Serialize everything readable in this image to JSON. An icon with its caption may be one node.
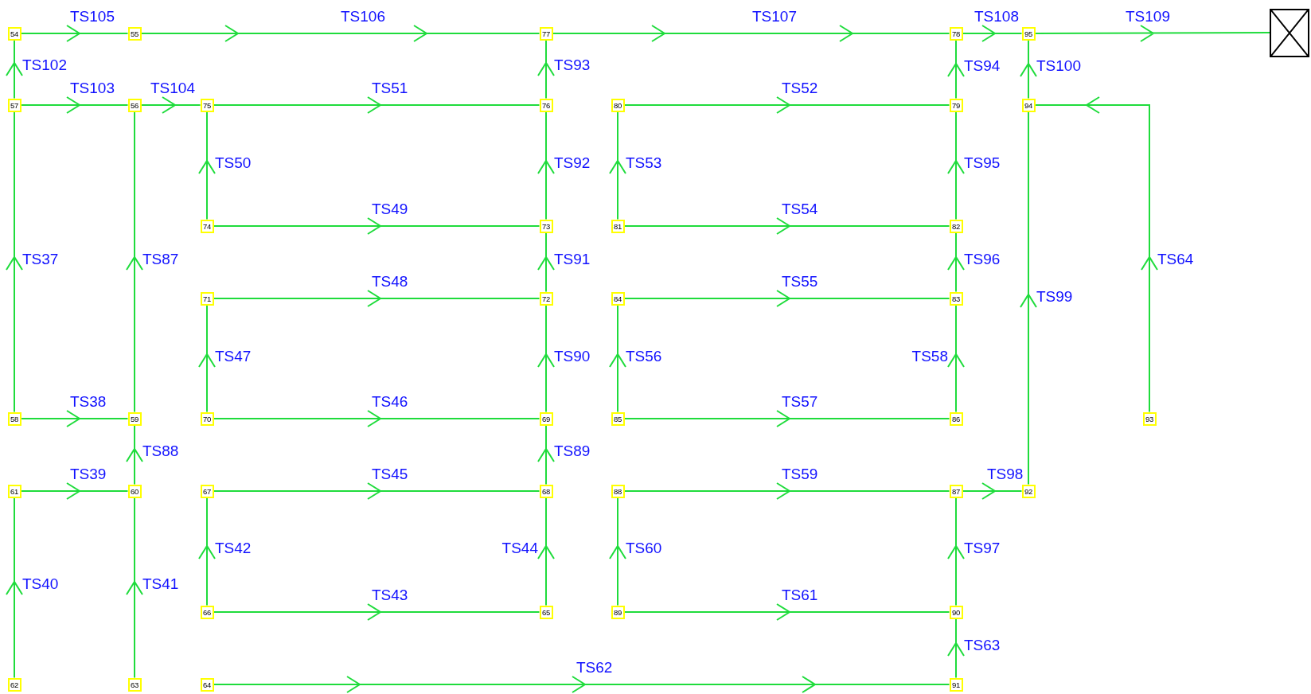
{
  "diagram": {
    "nodes": [
      {
        "text": [
          "54"
        ]
      },
      {
        "text": [
          "55"
        ]
      },
      {
        "text": [
          "77"
        ]
      },
      {
        "text": [
          "78"
        ]
      },
      {
        "text": [
          "95"
        ]
      },
      {
        "text": [],
        "shape": "box"
      },
      {
        "text": [
          "57"
        ]
      },
      {
        "text": [
          "56"
        ]
      },
      {
        "text": [
          "75"
        ]
      },
      {
        "text": [
          "76"
        ]
      },
      {
        "text": [
          "80"
        ]
      },
      {
        "text": [
          "79"
        ]
      },
      {
        "text": [
          "94"
        ]
      },
      {
        "text": [
          "74"
        ]
      },
      {
        "text": [
          "73"
        ]
      },
      {
        "text": [
          "81"
        ]
      },
      {
        "text": [
          "82"
        ]
      },
      {
        "text": [
          "71"
        ]
      },
      {
        "text": [
          "72"
        ]
      },
      {
        "text": [
          "84"
        ]
      },
      {
        "text": [
          "83"
        ]
      },
      {
        "text": [
          "58"
        ]
      },
      {
        "text": [
          "59"
        ]
      },
      {
        "text": [
          "70"
        ]
      },
      {
        "text": [
          "69"
        ]
      },
      {
        "text": [
          "85"
        ]
      },
      {
        "text": [
          "86"
        ]
      },
      {
        "text": [
          "93"
        ]
      },
      {
        "text": [
          "61"
        ]
      },
      {
        "text": [
          "60"
        ]
      },
      {
        "text": [
          "67"
        ]
      },
      {
        "text": [
          "68"
        ]
      },
      {
        "text": [
          "88"
        ]
      },
      {
        "text": [
          "87"
        ]
      },
      {
        "text": [
          "92"
        ]
      },
      {
        "text": [
          "66"
        ]
      },
      {
        "text": [
          "65"
        ]
      },
      {
        "text": [
          "89"
        ]
      },
      {
        "text": [
          "90"
        ]
      },
      {
        "text": [
          "62"
        ]
      },
      {
        "text": [
          "63"
        ]
      },
      {
        "text": [
          "64"
        ]
      },
      {
        "text": [
          "91"
        ]
      }
    ],
    "edges": [
      {
        "from": 0,
        "to": 1,
        "arrow": "to",
        "label": "TS105"
      },
      {
        "from": 1,
        "to": 2,
        "arrow": "to",
        "label": "TS106"
      },
      {
        "from": 2,
        "to": 3,
        "arrow": "to",
        "label": "TS107"
      },
      {
        "from": 3,
        "to": 4,
        "arrow": "to",
        "label": "TS108"
      },
      {
        "from": 4,
        "to": 5,
        "arrow": "to",
        "label": "TS109"
      },
      {
        "from": 6,
        "to": 0,
        "arrow": "to",
        "label": "TS102"
      },
      {
        "from": 6,
        "to": 7,
        "arrow": "to",
        "label": "TS103"
      },
      {
        "from": 7,
        "to": 8,
        "arrow": "to",
        "label": "TS104"
      },
      {
        "from": 8,
        "to": 9,
        "arrow": "to",
        "label": "TS51"
      },
      {
        "from": 9,
        "to": 2,
        "arrow": "to",
        "label": "TS93"
      },
      {
        "from": 11,
        "to": 3,
        "arrow": "to",
        "label": "TS94"
      },
      {
        "from": 12,
        "to": 4,
        "arrow": "to",
        "label": "TS100"
      },
      {
        "from": 10,
        "to": 11,
        "arrow": "to",
        "label": "TS52"
      },
      {
        "from": 27,
        "to": 12,
        "arrow": "to",
        "label": "TS64"
      },
      {
        "from": 13,
        "to": 8,
        "arrow": "to",
        "label": "TS50"
      },
      {
        "from": 14,
        "to": 9,
        "arrow": "to",
        "label": "TS92"
      },
      {
        "from": 15,
        "to": 10,
        "arrow": "to",
        "label": "TS53"
      },
      {
        "from": 16,
        "to": 11,
        "arrow": "to",
        "label": "TS95"
      },
      {
        "from": 13,
        "to": 14,
        "arrow": "to",
        "label": "TS49"
      },
      {
        "from": 15,
        "to": 16,
        "arrow": "to",
        "label": "TS54"
      },
      {
        "from": 21,
        "to": 6,
        "arrow": "to",
        "label": "TS37"
      },
      {
        "from": 22,
        "to": 7,
        "arrow": "to",
        "label": "TS87"
      },
      {
        "from": 18,
        "to": 14,
        "arrow": "to",
        "label": "TS91"
      },
      {
        "from": 20,
        "to": 16,
        "arrow": "to",
        "label": "TS96"
      },
      {
        "from": 17,
        "to": 18,
        "arrow": "to",
        "label": "TS48"
      },
      {
        "from": 19,
        "to": 20,
        "arrow": "to",
        "label": "TS55"
      },
      {
        "from": 34,
        "to": 12,
        "arrow": "to",
        "label": "TS99"
      },
      {
        "from": 23,
        "to": 17,
        "arrow": "to",
        "label": "TS47"
      },
      {
        "from": 24,
        "to": 18,
        "arrow": "to",
        "label": "TS90"
      },
      {
        "from": 25,
        "to": 19,
        "arrow": "to",
        "label": "TS56"
      },
      {
        "from": 26,
        "to": 20,
        "arrow": "to",
        "label": "TS58"
      },
      {
        "from": 21,
        "to": 22,
        "arrow": "to",
        "label": "TS38"
      },
      {
        "from": 23,
        "to": 24,
        "arrow": "to",
        "label": "TS46"
      },
      {
        "from": 25,
        "to": 26,
        "arrow": "to",
        "label": "TS57"
      },
      {
        "from": 29,
        "to": 22,
        "arrow": "to",
        "label": "TS88"
      },
      {
        "from": 31,
        "to": 24,
        "arrow": "to",
        "label": "TS89"
      },
      {
        "from": 28,
        "to": 29,
        "arrow": "to",
        "label": "TS39"
      },
      {
        "from": 30,
        "to": 31,
        "arrow": "to",
        "label": "TS45"
      },
      {
        "from": 32,
        "to": 33,
        "arrow": "to",
        "label": "TS59"
      },
      {
        "from": 33,
        "to": 34,
        "arrow": "to",
        "label": "TS98"
      },
      {
        "from": 35,
        "to": 30,
        "arrow": "to",
        "label": "TS42"
      },
      {
        "from": 36,
        "to": 31,
        "arrow": "to",
        "label": "TS44"
      },
      {
        "from": 37,
        "to": 32,
        "arrow": "to",
        "label": "TS60"
      },
      {
        "from": 38,
        "to": 33,
        "arrow": "to",
        "label": "TS97"
      },
      {
        "from": 39,
        "to": 28,
        "arrow": "to",
        "label": "TS40"
      },
      {
        "from": 40,
        "to": 29,
        "arrow": "to",
        "label": "TS41"
      },
      {
        "from": 35,
        "to": 36,
        "arrow": "to",
        "label": "TS43"
      },
      {
        "from": 37,
        "to": 38,
        "arrow": "to",
        "label": "TS61"
      },
      {
        "from": 42,
        "to": 38,
        "arrow": "to",
        "label": "TS63"
      },
      {
        "from": 41,
        "to": 42,
        "arrow": "to",
        "label": "TS62"
      }
    ]
  }
}
